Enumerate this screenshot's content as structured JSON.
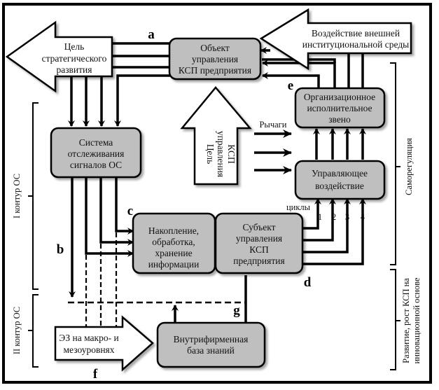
{
  "diagram": {
    "boxes": {
      "object": [
        "Объект",
        "управления",
        "КСП предприятия"
      ],
      "monitoring": [
        "Система",
        "отслеживания",
        "сигналов ОС"
      ],
      "accumulation": [
        "Накопление,",
        "обработка,",
        "хранение",
        "информации"
      ],
      "subject": [
        "Субъект",
        "управления",
        "КСП",
        "предприятия"
      ],
      "org_unit": [
        "Организационное",
        "исполнительное",
        "звено"
      ],
      "control_action": [
        "Управляющее",
        "воздействие"
      ],
      "knowledge_base": [
        "Внутрифирменная",
        "база знаний"
      ]
    },
    "arrows": {
      "strategic_goal": [
        "Цель",
        "стратегического",
        "развития"
      ],
      "external_env": [
        "Воздействие внешней",
        "институциональной  среды"
      ],
      "control_goal": [
        "Цель",
        "управления",
        "КСП"
      ],
      "macro_meso": [
        "ЭЗ на макро- и",
        "мезоуровнях"
      ]
    },
    "labels": {
      "levers": "Рычаги",
      "cycles": "циклы",
      "cycle_numbers": [
        "1",
        "2",
        "3",
        "4"
      ],
      "a": "a",
      "b": "b",
      "c": "c",
      "d": "d",
      "e": "e",
      "f": "f",
      "g": "g"
    },
    "braces": {
      "loop1": "I контур ОС",
      "loop2": "II контур ОС",
      "self_regulation": "Саморегуляция",
      "development": [
        "Развитие, рост КСП на",
        "инновационной основе"
      ]
    }
  }
}
